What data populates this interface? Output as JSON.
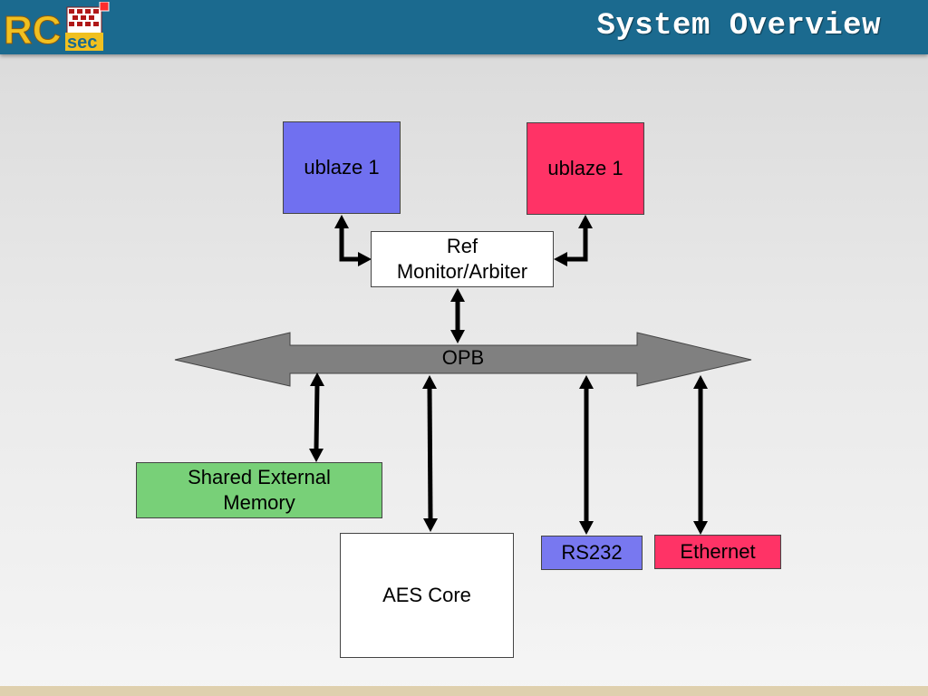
{
  "header": {
    "title": "System Overview",
    "logo": {
      "text_rc": "RC",
      "text_sec": "sec"
    }
  },
  "diagram": {
    "cpu_left": {
      "label": "ublaze 1"
    },
    "cpu_right": {
      "label": "ublaze 1"
    },
    "ref_monitor": {
      "label": "Ref\nMonitor/Arbiter"
    },
    "bus": {
      "label": "OPB"
    },
    "shared_memory": {
      "label": "Shared External\nMemory"
    },
    "aes_core": {
      "label": "AES Core"
    },
    "rs232": {
      "label": "RS232"
    },
    "ethernet": {
      "label": "Ethernet"
    }
  },
  "colors": {
    "header_bg": "#1b6a8f",
    "cpu_left": "#7070f0",
    "cpu_right": "#ff3366",
    "shared_memory": "#78d078",
    "rs232": "#7878f0",
    "ethernet": "#ff3366",
    "bus": "#808080",
    "footer": "#dfd0ae"
  }
}
